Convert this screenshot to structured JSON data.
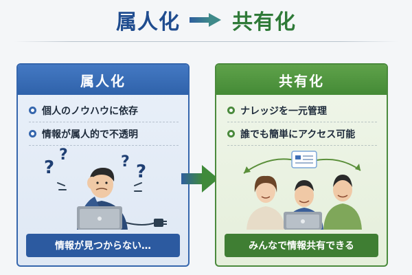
{
  "header": {
    "from_label": "属人化",
    "to_label": "共有化"
  },
  "left_panel": {
    "title": "属人化",
    "bullets": [
      "個人のノウハウに依存",
      "情報が属人的で不透明"
    ],
    "caption": "情報が見つからない…",
    "icons": [
      "question-marks-icon",
      "confused-person-icon",
      "laptop-icon"
    ]
  },
  "right_panel": {
    "title": "共有化",
    "bullets": [
      "ナレッジを一元管理",
      "誰でも簡単にアクセス可能"
    ],
    "caption": "みんなで情報共有できる",
    "icons": [
      "document-card-icon",
      "team-people-icon",
      "laptop-icon"
    ]
  },
  "colors": {
    "blue": "#2c5aa0",
    "green": "#3f7e33",
    "arrow_start": "#2f5f9e",
    "arrow_end": "#3f8a3a"
  }
}
